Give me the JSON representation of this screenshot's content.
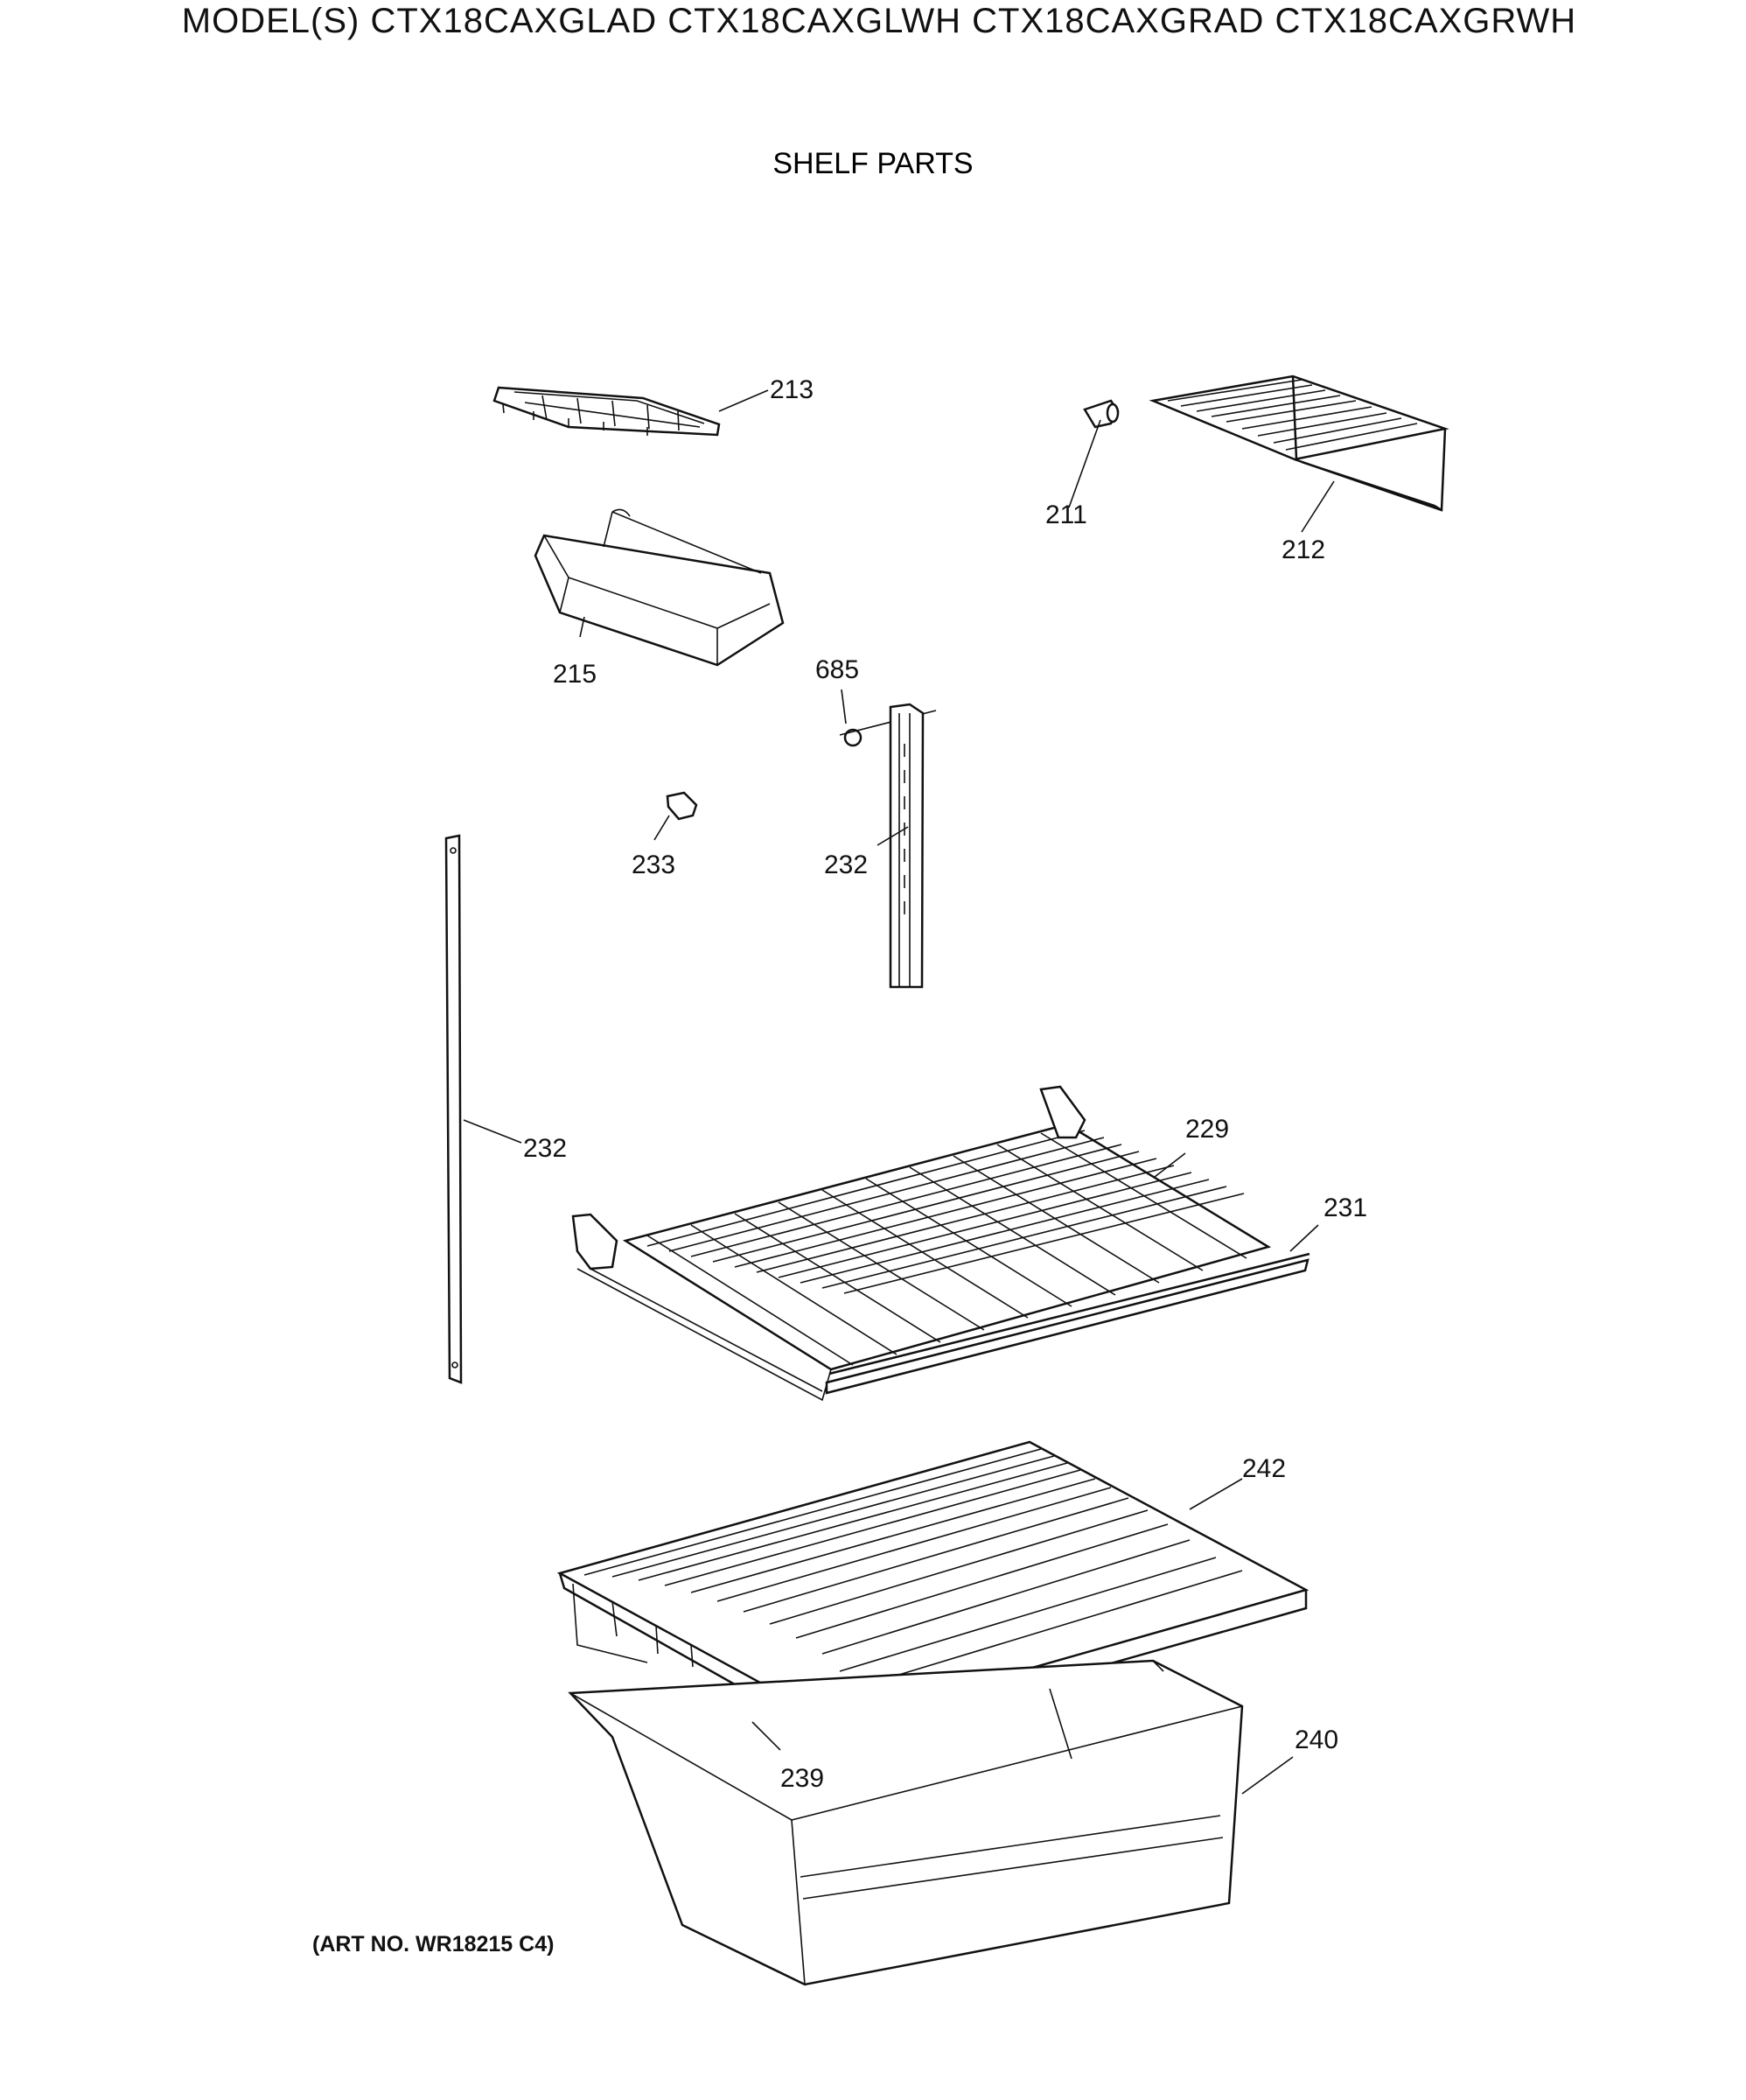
{
  "header": {
    "models": "MODEL(S) CTX18CAXGLAD  CTX18CAXGLWH  CTX18CAXGRAD  CTX18CAXGRWH",
    "section_title": "SHELF PARTS"
  },
  "footer": {
    "art_number": "(ART NO. WR18215 C4)"
  },
  "callouts": [
    {
      "id": "213"
    },
    {
      "id": "211"
    },
    {
      "id": "212"
    },
    {
      "id": "215"
    },
    {
      "id": "685"
    },
    {
      "id": "233"
    },
    {
      "id": "232"
    },
    {
      "id": "232"
    },
    {
      "id": "229"
    },
    {
      "id": "231"
    },
    {
      "id": "242"
    },
    {
      "id": "240"
    },
    {
      "id": "239"
    }
  ]
}
